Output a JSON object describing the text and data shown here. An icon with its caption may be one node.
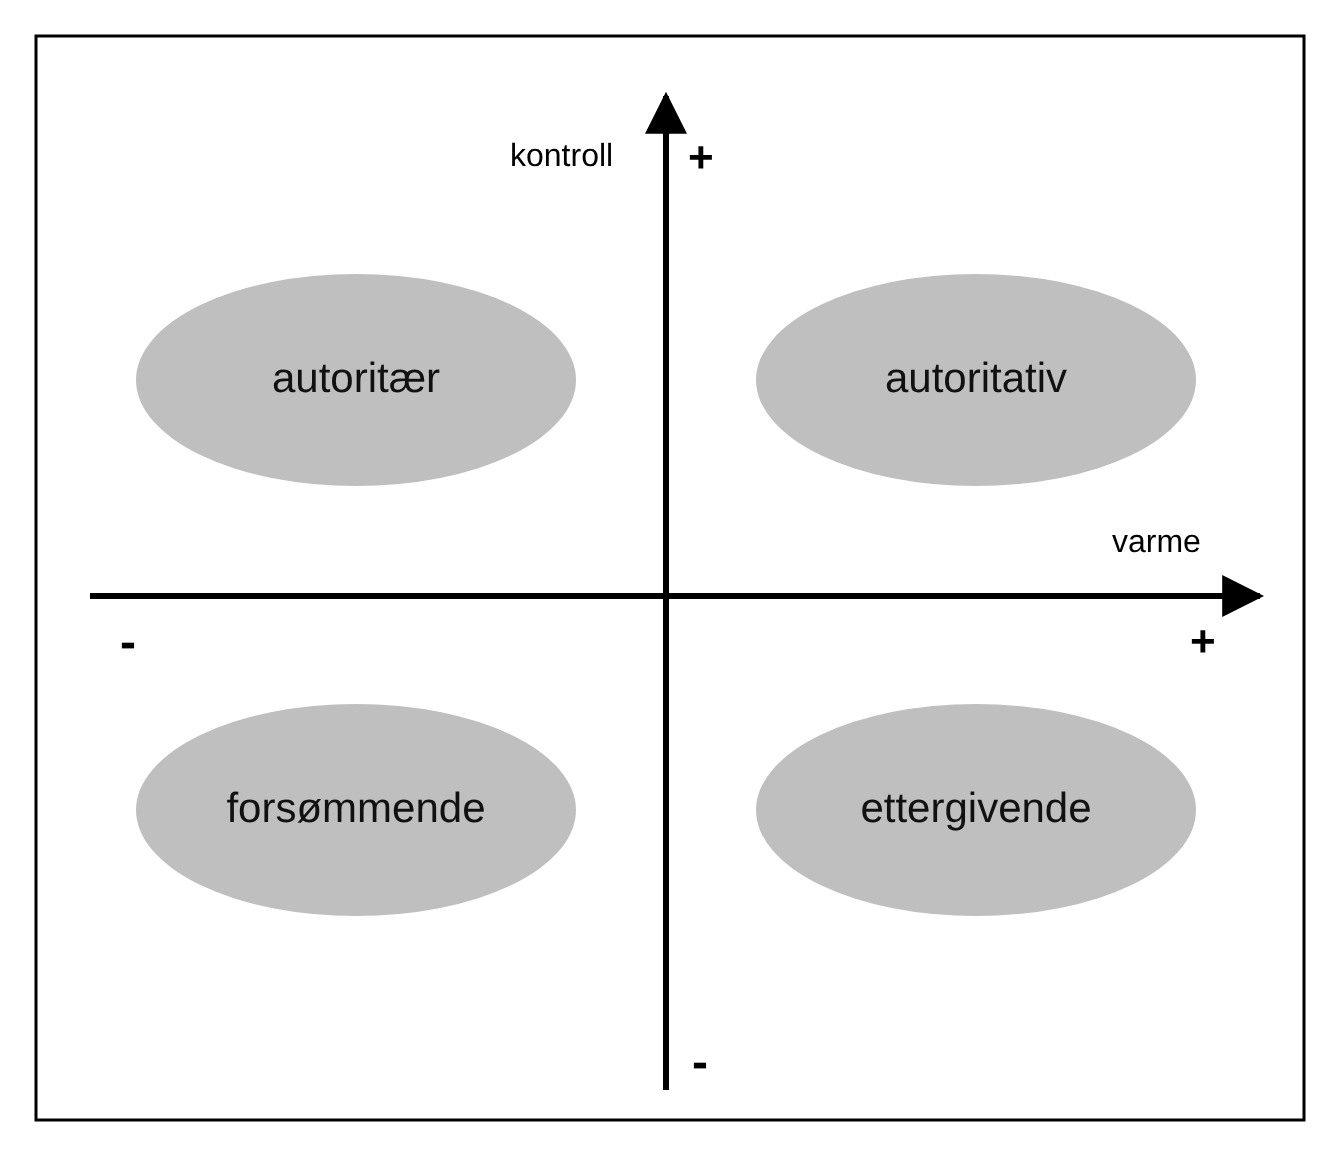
{
  "diagram": {
    "nodes": [
      {
        "text": [
          "autoritær"
        ]
      },
      {
        "text": [
          "autoritativ"
        ]
      },
      {
        "text": [
          "forsømmende"
        ]
      },
      {
        "text": [
          "ettergivende"
        ]
      }
    ],
    "labels": [
      "kontroll",
      "+",
      "varme",
      "-",
      "+",
      "-"
    ]
  }
}
